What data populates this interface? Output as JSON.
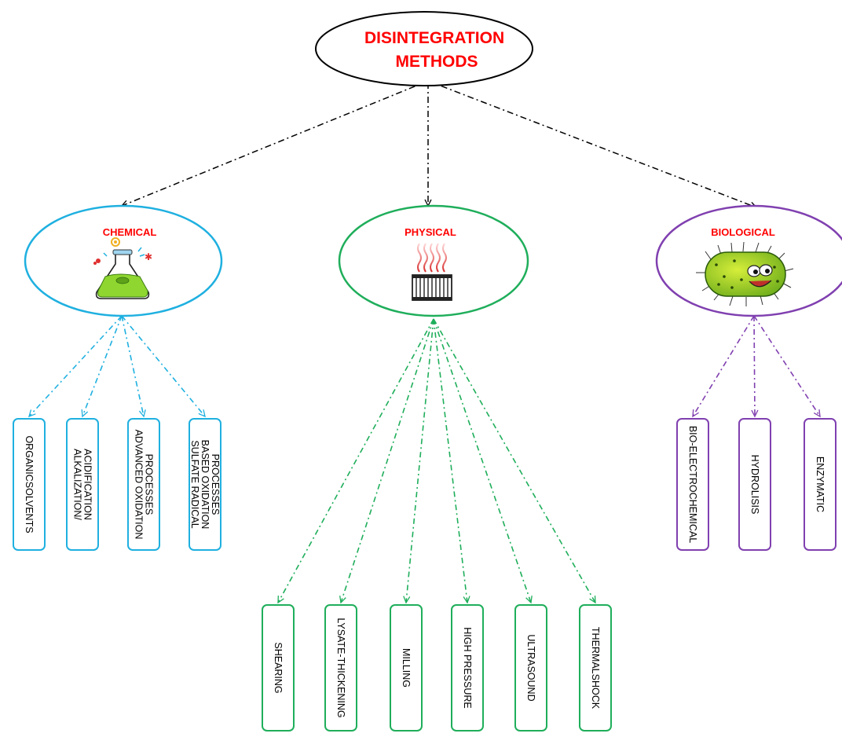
{
  "root": {
    "lines": [
      "DISINTEGRATION",
      "METHODS"
    ]
  },
  "categories": [
    {
      "id": "chemical",
      "label": "CHEMICAL",
      "color": "#1fb0e0",
      "icon": "flask-icon",
      "leaves": [
        {
          "lines": [
            "ORGANICSOLVENTS"
          ]
        },
        {
          "lines": [
            "ALKALIZATION/",
            "ACIDIFICATION"
          ]
        },
        {
          "lines": [
            "ADVANCED OXIDATION",
            "PROCESSES"
          ]
        },
        {
          "lines": [
            "SULFATE RADICAL",
            "BASED OXIDATION",
            "PROCESSES"
          ]
        }
      ]
    },
    {
      "id": "physical",
      "label": "PHYSICAL",
      "color": "#1fae5b",
      "icon": "heater-icon",
      "leaves": [
        {
          "lines": [
            "SHEARING"
          ]
        },
        {
          "lines": [
            "LYSATE-THICKENING"
          ]
        },
        {
          "lines": [
            "MILLING"
          ]
        },
        {
          "lines": [
            "HIGH PRESSURE"
          ]
        },
        {
          "lines": [
            "ULTRASOUND"
          ]
        },
        {
          "lines": [
            "THERMALSHOCK"
          ]
        }
      ]
    },
    {
      "id": "biological",
      "label": "BIOLOGICAL",
      "color": "#8040b0",
      "icon": "bacterium-icon",
      "leaves": [
        {
          "lines": [
            "BIO-ELECTROCHEMICAL"
          ]
        },
        {
          "lines": [
            "HYDROLISIS"
          ]
        },
        {
          "lines": [
            "ENZYMATIC"
          ]
        }
      ]
    }
  ],
  "colors": {
    "root_text": "#ff0000",
    "root_border": "#000000",
    "connector_root": "#000000"
  }
}
